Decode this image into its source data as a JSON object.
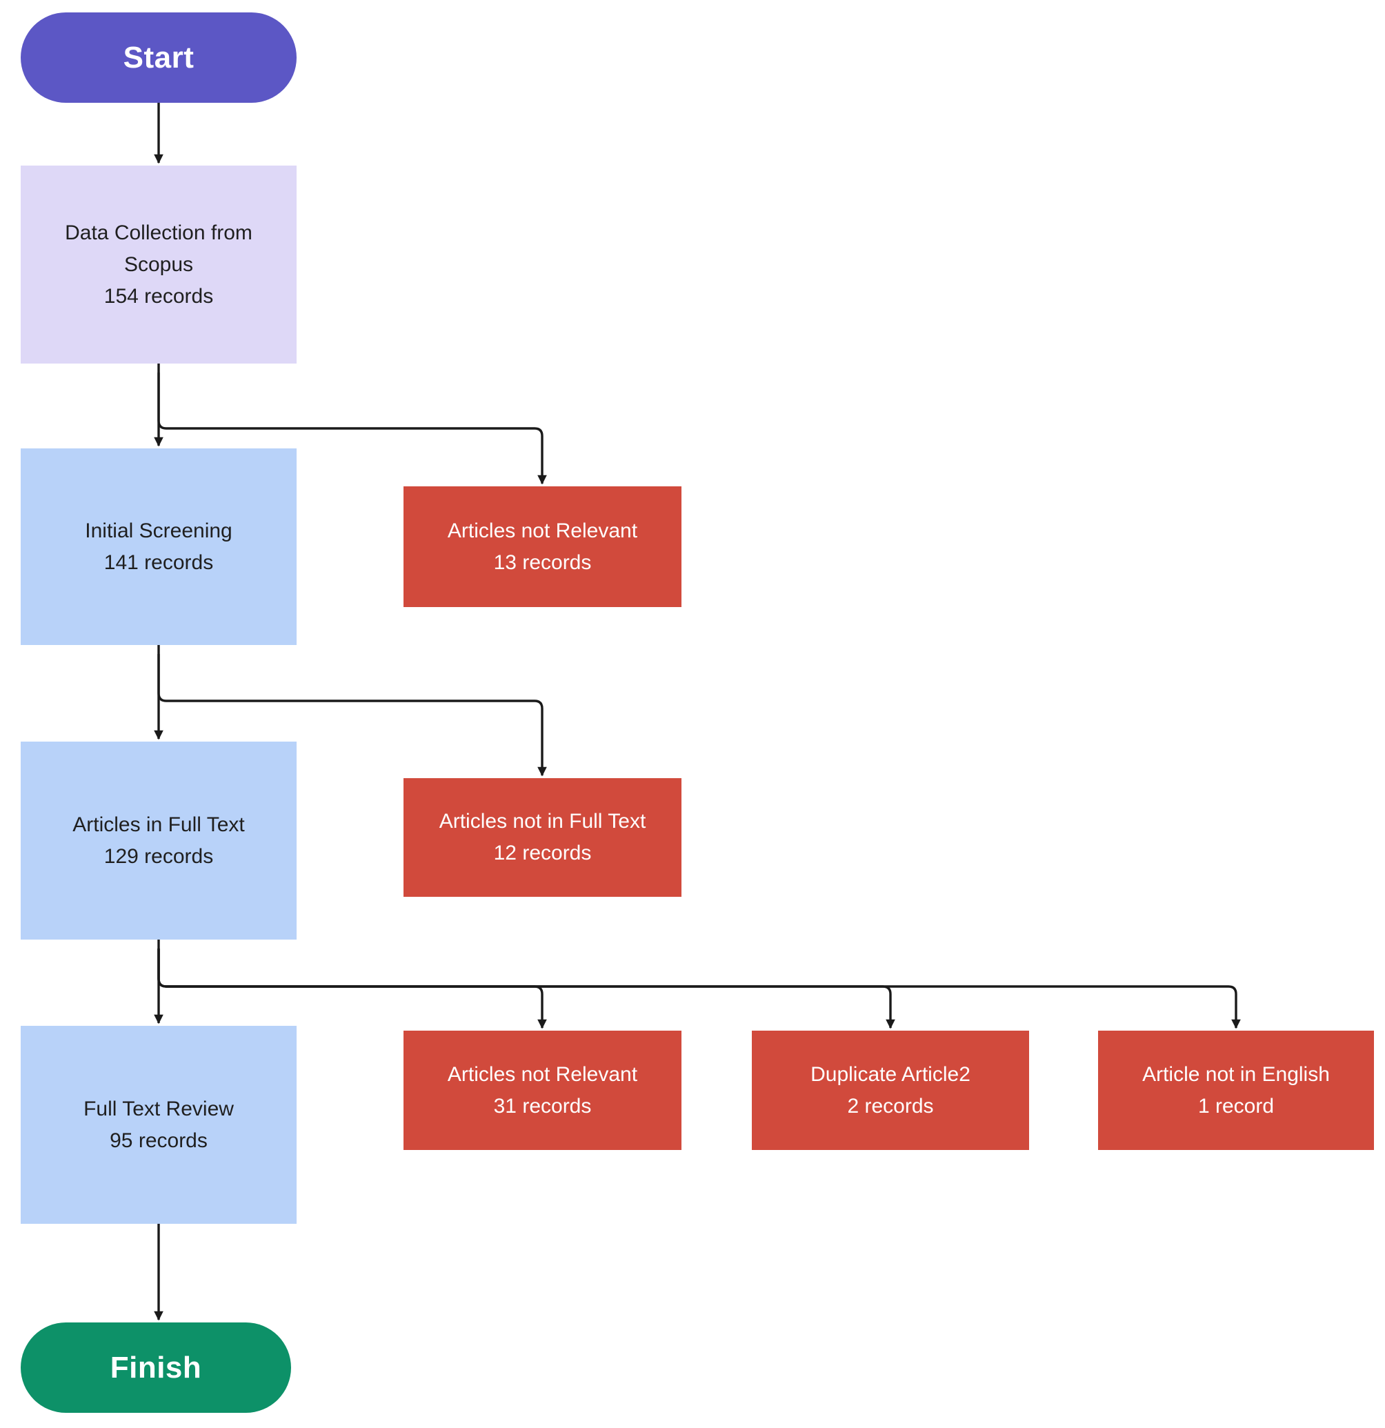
{
  "colors": {
    "start_fill": "#5C57C5",
    "collection_fill": "#DED8F7",
    "process_fill": "#B8D2F9",
    "excluded_fill": "#D14A3C",
    "finish_fill": "#0D9168",
    "connector": "#1A1A1A",
    "dark_text": "#1F1F1F",
    "light_text": "#FFFFFF"
  },
  "nodes": {
    "start": {
      "label": "Start"
    },
    "data_collection": {
      "title": "Data Collection from Scopus",
      "records": "154 records"
    },
    "initial_screening": {
      "title": "Initial Screening",
      "records": "141 records"
    },
    "not_relevant_13": {
      "title": "Articles not Relevant",
      "records": "13 records"
    },
    "articles_full_text": {
      "title": "Articles in Full Text",
      "records": "129 records"
    },
    "not_full_text_12": {
      "title": "Articles not in Full Text",
      "records": "12 records"
    },
    "full_text_review": {
      "title": "Full Text Review",
      "records": "95 records"
    },
    "not_relevant_31": {
      "title": "Articles not Relevant",
      "records": "31 records"
    },
    "duplicate_2": {
      "title": "Duplicate Article2",
      "records": "2 records"
    },
    "not_english_1": {
      "title": "Article not in English",
      "records": "1 record"
    },
    "finish": {
      "label": "Finish"
    }
  }
}
